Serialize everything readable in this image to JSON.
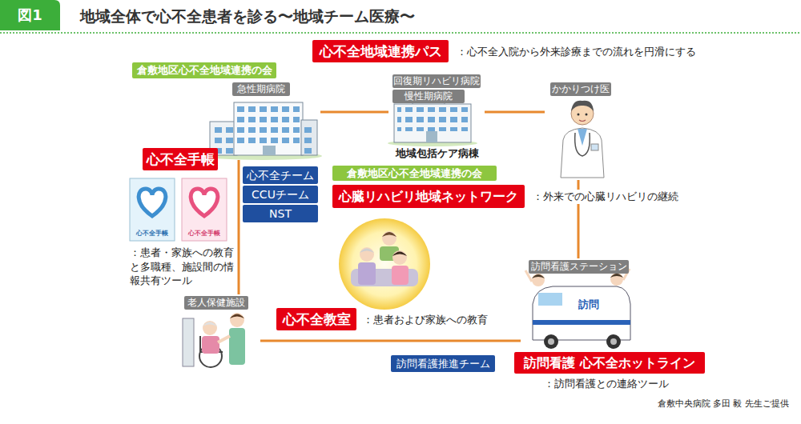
{
  "diagram": {
    "title": "地域全体で心不全患者を診る〜地域チーム医療〜",
    "caption": "倉敷中央病院 多田 毅 先生ご提供",
    "nodes": [
      {
        "text": [
          "心不全地域連携パス",
          "：心不全入院から外来診療までの流れを円滑にする"
        ]
      },
      {
        "text": [
          "倉敷地区心不全地域連携の会"
        ]
      },
      {
        "text": [
          "急性期病院"
        ]
      },
      {
        "text": [
          "回復期リハビリ病院",
          "慢性期病院",
          "地域包括ケア病棟"
        ]
      },
      {
        "text": [
          "かかりつけ医"
        ]
      },
      {
        "text": [
          "心不全手帳",
          "：患者・家族への教育と多職種、施設間の情報共有ツール"
        ]
      },
      {
        "text": [
          "心不全チーム"
        ]
      },
      {
        "text": [
          "CCUチーム"
        ]
      },
      {
        "text": [
          "NST"
        ]
      },
      {
        "text": [
          "倉敷地区心不全地域連携の会"
        ]
      },
      {
        "text": [
          "心臓リハビリ地域ネットワーク",
          "：外来での心臓リハビリの継続"
        ]
      },
      {
        "text": [
          "訪問看護ステーション"
        ]
      },
      {
        "text": [
          "老人保健施設"
        ]
      },
      {
        "text": [
          "心不全教室",
          "：患者および家族への教育"
        ]
      },
      {
        "text": [
          "訪問看護推進チーム"
        ]
      },
      {
        "text": [
          "訪問看護 心不全ホットライン",
          "：訪問看護との連絡ツール"
        ]
      }
    ],
    "edges": [
      {
        "from": 2,
        "to": 3,
        "arrow": "none"
      },
      {
        "from": 3,
        "to": 4,
        "arrow": "none"
      },
      {
        "from": 4,
        "to": 11,
        "arrow": "none"
      },
      {
        "from": 2,
        "to": 12,
        "arrow": "none"
      },
      {
        "from": 12,
        "to": 11,
        "arrow": "none"
      }
    ],
    "labels": [
      "図1",
      "心不全手帳",
      "心不全手帳",
      "訪問"
    ]
  }
}
